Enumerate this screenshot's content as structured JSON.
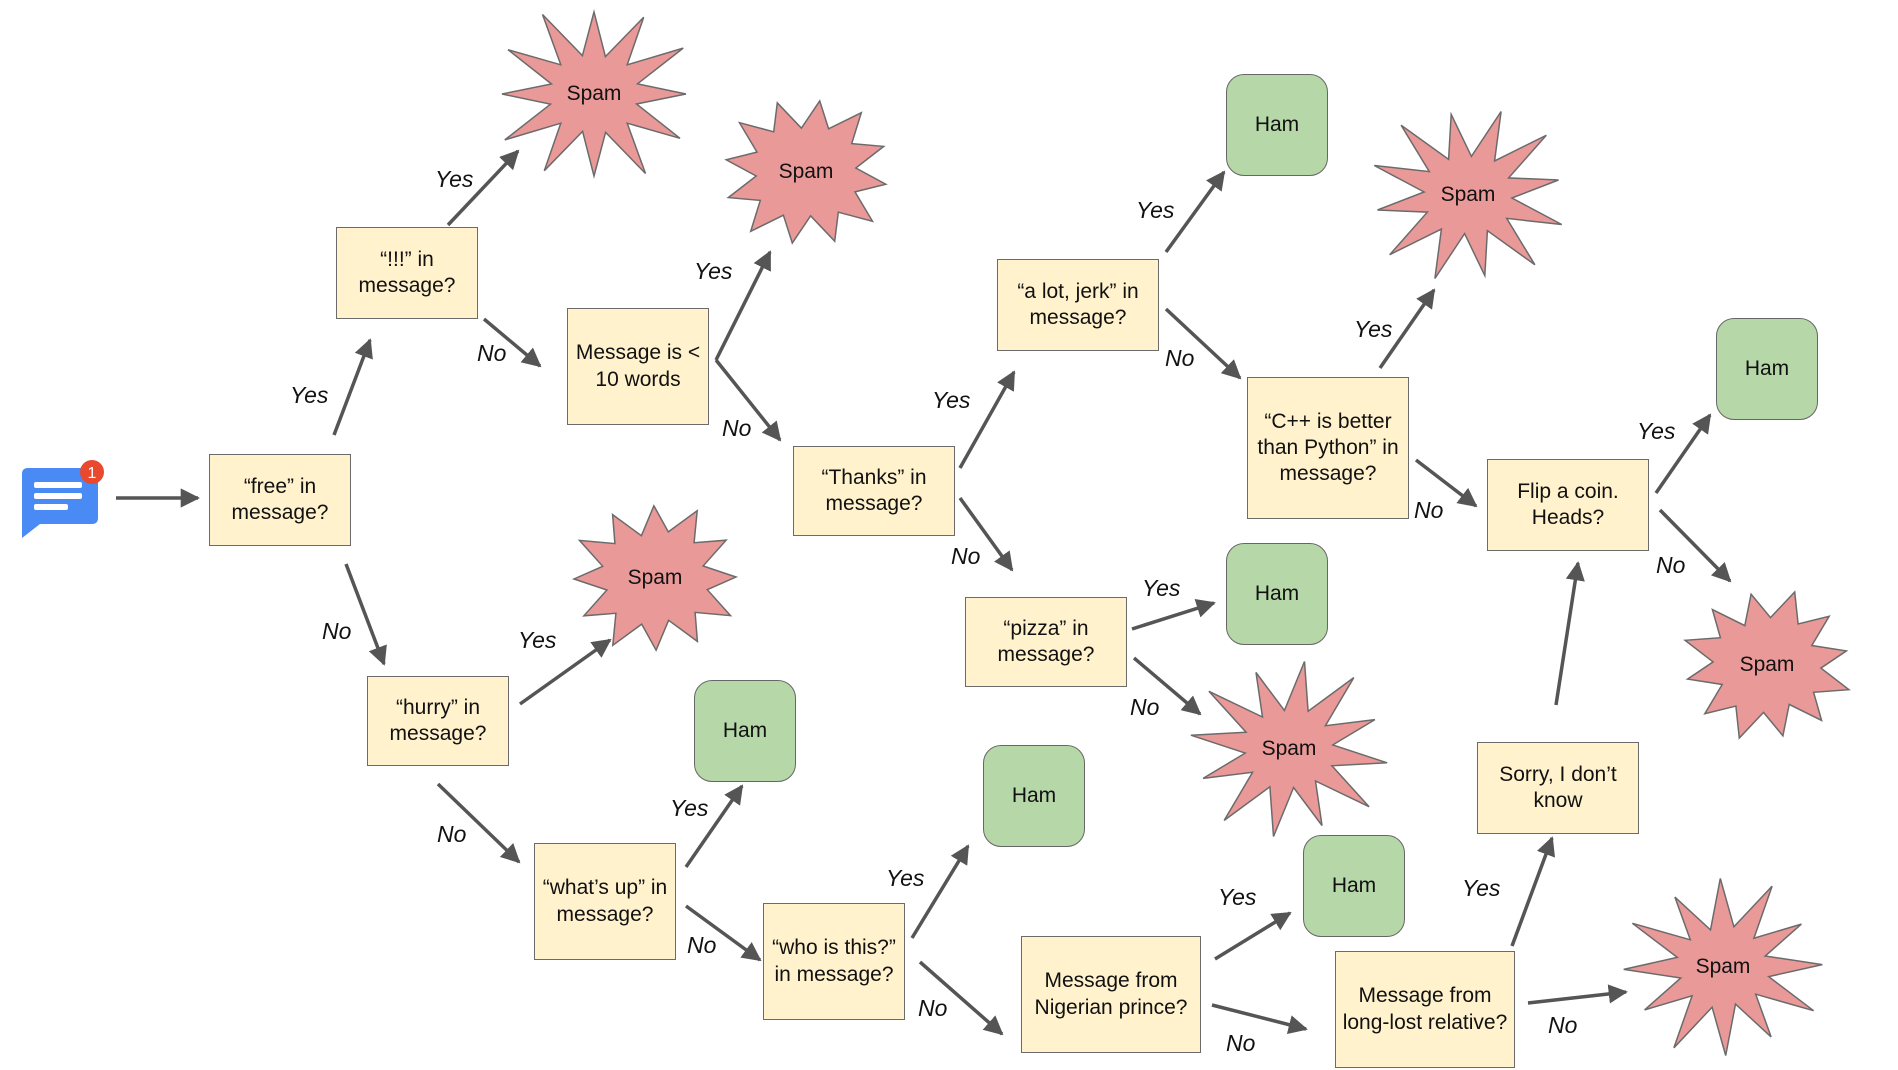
{
  "nodes": {
    "free": "“free” in message?",
    "excl": "“!!!” in message?",
    "short": "Message is < 10 words",
    "hurry": "“hurry” in message?",
    "whatsup": "“what’s up” in message?",
    "whois": "“who is this?” in message?",
    "thanks": "“Thanks” in message?",
    "alotjerk": "“a lot, jerk” in message?",
    "pizza": "“pizza” in message?",
    "cpp": "“C++ is better than Python” in message?",
    "flip": "Flip a coin. Heads?",
    "nigerian": "Message from Nigerian prince?",
    "longlost": "Message from long-lost relative?",
    "sorry": "Sorry, I don’t know"
  },
  "leaves": {
    "spam": "Spam",
    "ham": "Ham"
  },
  "edges": {
    "yes": "Yes",
    "no": "No"
  },
  "icon": {
    "name": "message-notification-icon",
    "badge": "1"
  },
  "colors": {
    "question_fill": "#fff2cc",
    "ham_fill": "#b6d7a8",
    "spam_fill": "#ea9999",
    "arrow": "#555555",
    "icon_blue": "#4a8af4",
    "badge_red": "#e8492f"
  }
}
